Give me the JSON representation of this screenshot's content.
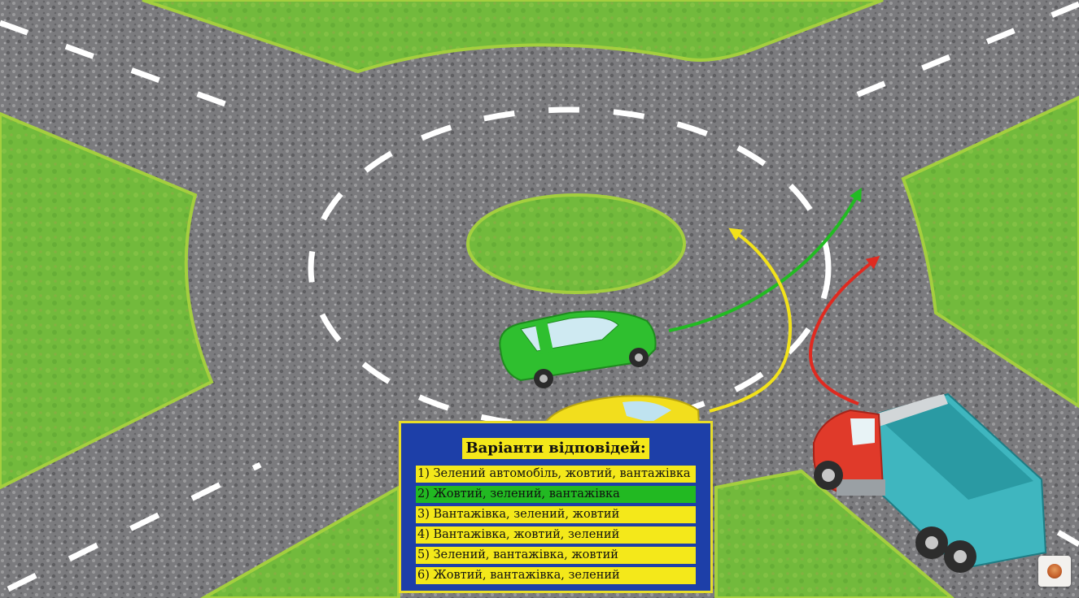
{
  "answers": {
    "title": "Варіанти відповідей:",
    "options": [
      {
        "label": "1) Зелений автомобіль, жовтий, вантажівка",
        "highlighted": false
      },
      {
        "label": "2) Жовтий, зелений, вантажівка",
        "highlighted": true
      },
      {
        "label": "3) Вантажівка, зелений, жовтий",
        "highlighted": false
      },
      {
        "label": "4) Вантажівка, жовтий, зелений",
        "highlighted": false
      },
      {
        "label": "5) Зелений, вантажівка, жовтий",
        "highlighted": false
      },
      {
        "label": "6) Жовтий, вантажівка, зелений",
        "highlighted": false
      }
    ]
  },
  "vehicles": [
    {
      "name": "green-car",
      "color": "#2fbf2f"
    },
    {
      "name": "yellow-car",
      "color": "#f2de1d"
    },
    {
      "name": "dump-truck",
      "cab_color": "#e03a2a",
      "bed_color": "#3fb6bf"
    }
  ],
  "colors": {
    "grass": "#6fb83a",
    "asphalt": "#7d7d80",
    "lane_marking": "#ffffff",
    "green_arrow": "#22bb22",
    "yellow_arrow": "#f2e21a",
    "red_arrow": "#e02a20",
    "panel_background": "#1d3fa8",
    "panel_border": "#e8dd2a",
    "option_background": "#f4e81a",
    "option_highlight": "#22b922"
  },
  "icons": {
    "channel_logo": "channel-logo-icon"
  }
}
